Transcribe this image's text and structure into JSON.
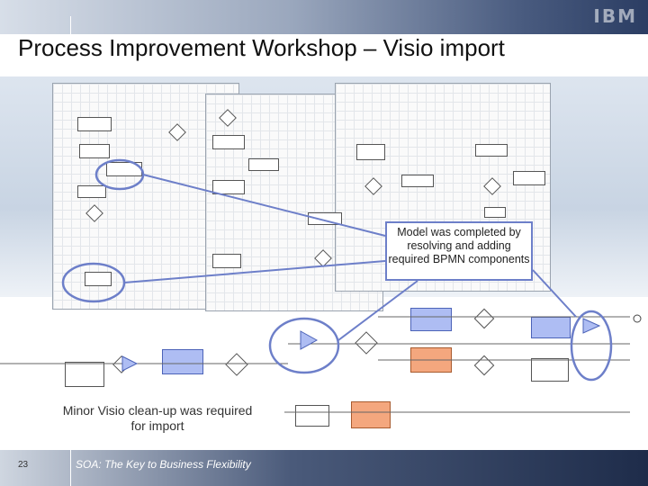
{
  "brand": {
    "logo_text": "IBM"
  },
  "slide": {
    "title": "Process Improvement Workshop – Visio import",
    "callout_text": "Model was completed by resolving and adding required BPMN components",
    "note_text": "Minor Visio clean-up was required for import",
    "page_number": "23",
    "footer_text": "SOA: The Key to Business Flexibility"
  },
  "colors": {
    "annotation_line": "#6d7fc9",
    "task_blue": "#aebdf3",
    "task_orange": "#f4a77e"
  }
}
